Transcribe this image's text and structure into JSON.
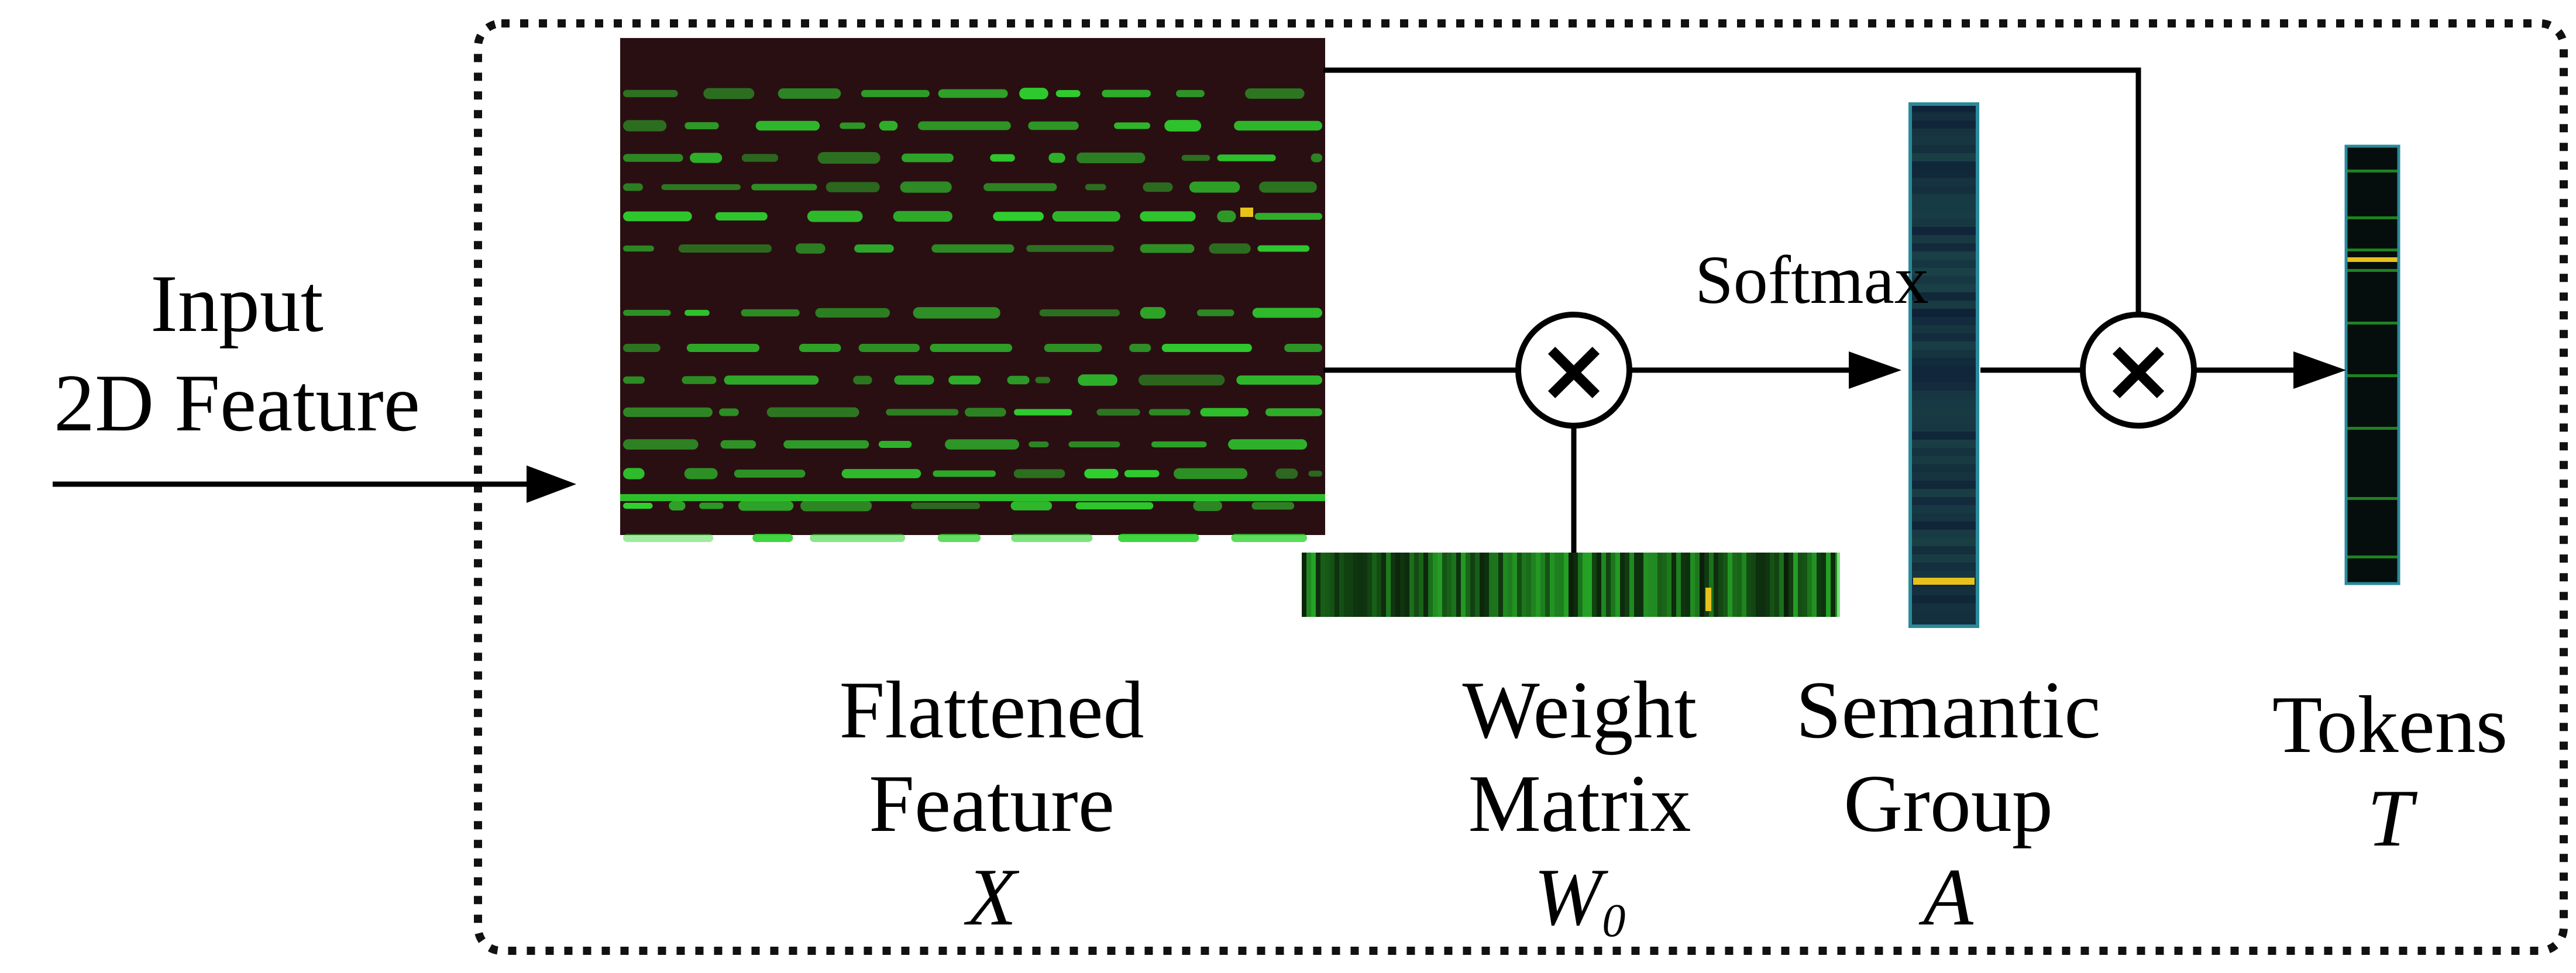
{
  "input_label": {
    "line1": "Input",
    "line2": "2D Feature"
  },
  "softmax_label": "Softmax",
  "multiply_symbol": "×",
  "blocks": [
    {
      "id": "flattened",
      "line1": "Flattened",
      "line2": "Feature",
      "symbol": "X"
    },
    {
      "id": "weight",
      "line1": "Weight",
      "line2": "Matrix",
      "symbol": "W",
      "subscript": "0"
    },
    {
      "id": "semantic",
      "line1": "Semantic",
      "line2": "Group",
      "symbol": "A"
    },
    {
      "id": "tokens",
      "line1": "Tokens",
      "line2": "",
      "symbol": "T"
    }
  ],
  "colors": {
    "frame": "#111111",
    "arrow": "#000000",
    "heatmap_bg": "#2a0f12",
    "heatmap_green": "#2fd12f",
    "strip_bg": "#0f2238",
    "highlight": "#e6c21a"
  }
}
